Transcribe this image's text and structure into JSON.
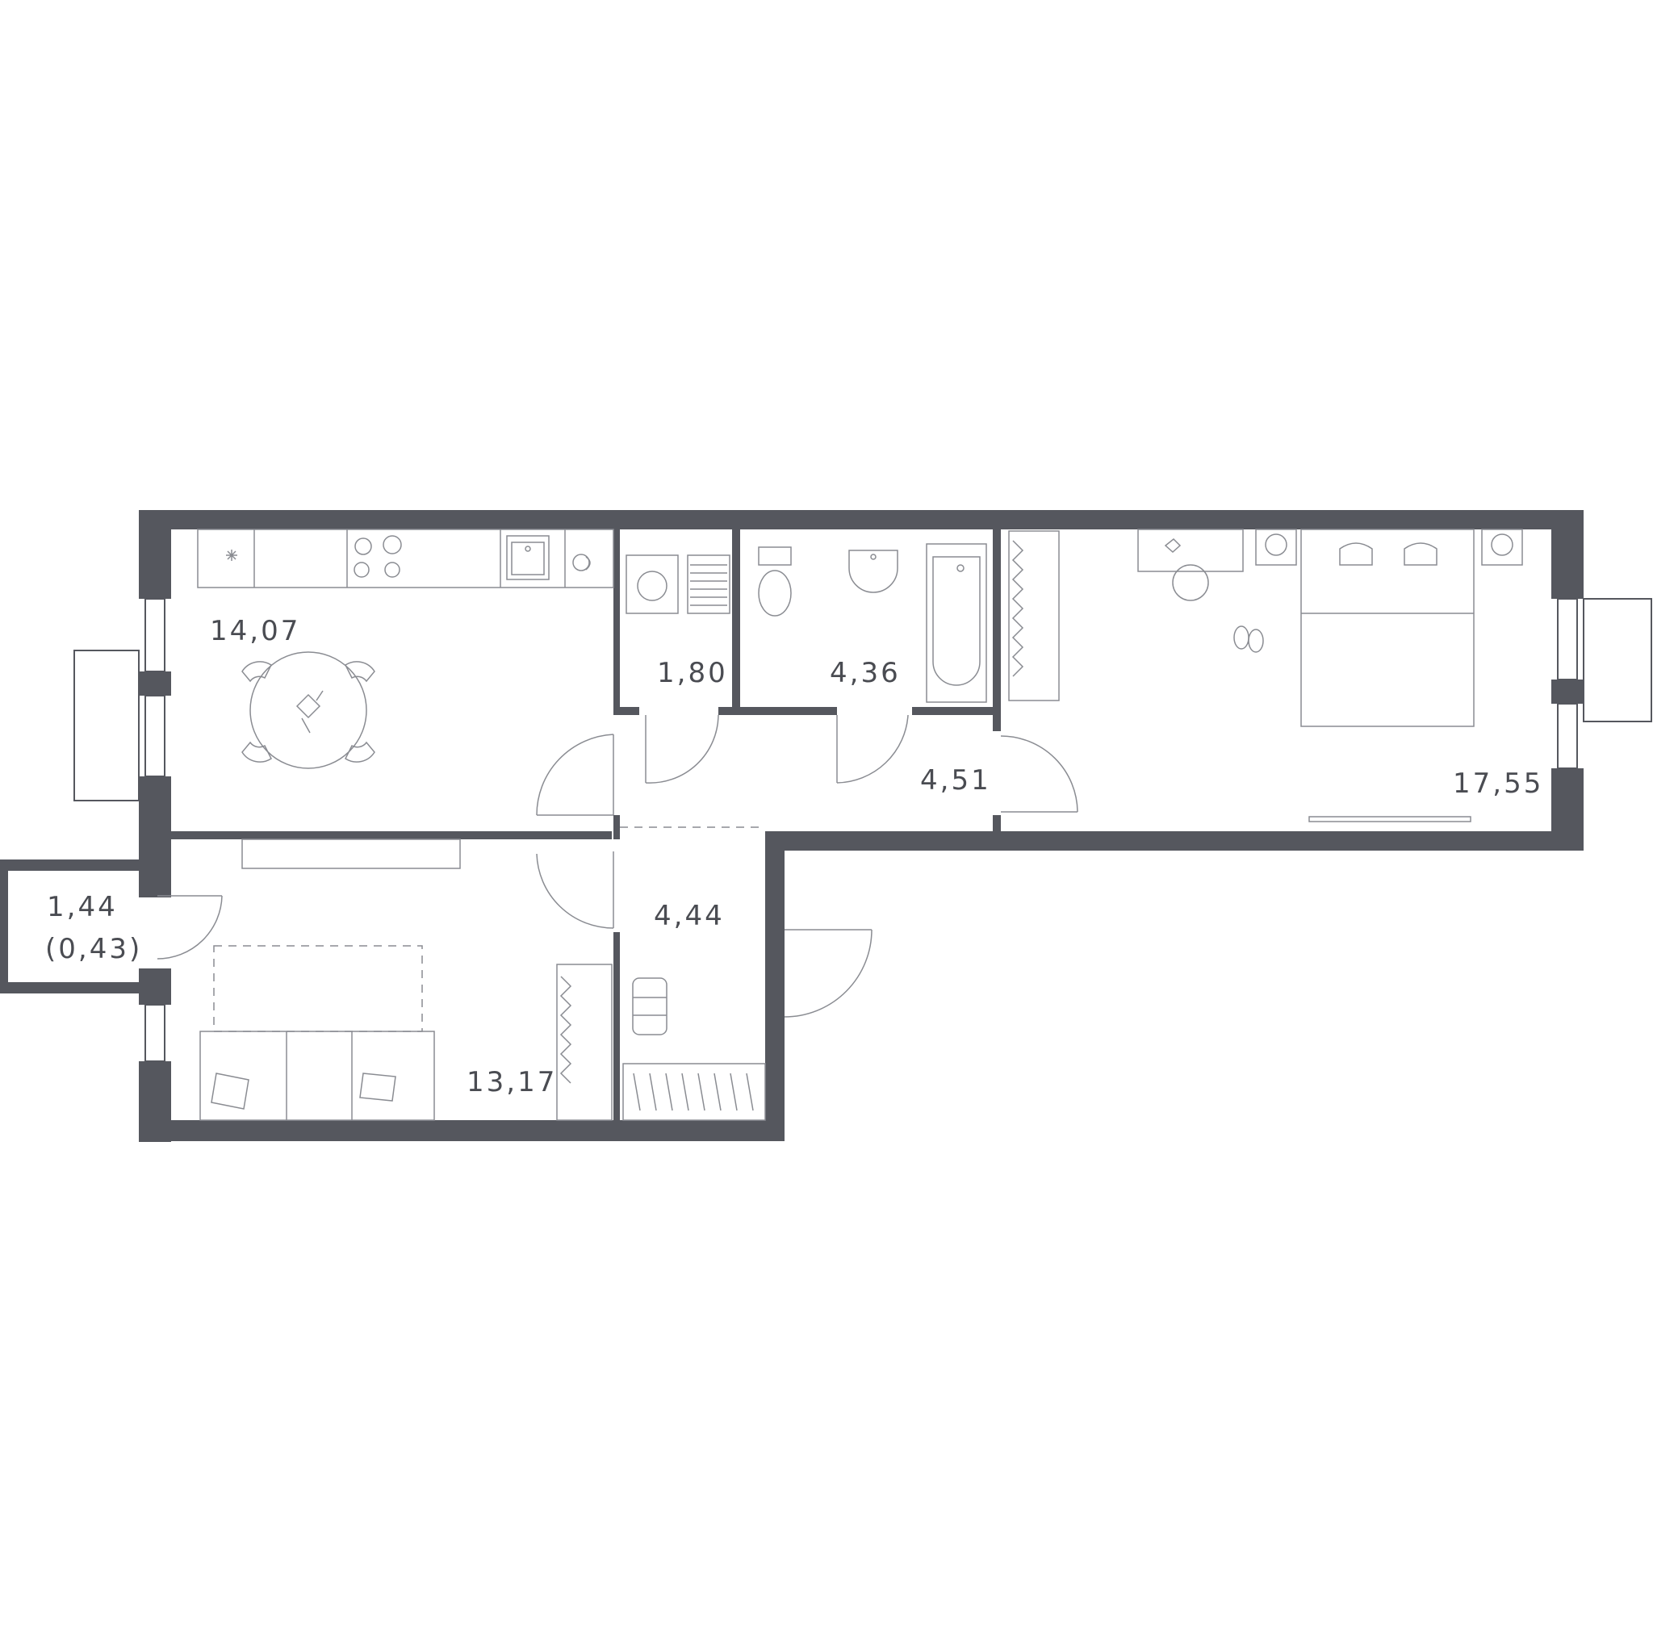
{
  "colors": {
    "wall": "#55575e",
    "line": "#8a8c92",
    "background": "#ffffff",
    "text": "#4a4c52"
  },
  "rooms": {
    "kitchen": {
      "area": "14,07"
    },
    "laundry": {
      "area": "1,80"
    },
    "bathroom": {
      "area": "4,36"
    },
    "corridor": {
      "area": "4,51"
    },
    "bedroom": {
      "area": "17,55"
    },
    "hall": {
      "area": "4,44"
    },
    "living": {
      "area": "13,17"
    },
    "balcony": {
      "area": "1,44",
      "area_reduced": "(0,43)"
    }
  },
  "furniture_icons": [
    "dining-table-icon",
    "chair-icon",
    "stove-icon",
    "sink-icon",
    "fridge-icon",
    "washing-machine-icon",
    "toilet-icon",
    "washbasin-icon",
    "bathtub-icon",
    "wardrobe-icon",
    "double-bed-icon",
    "nightstand-icon",
    "desk-icon",
    "slippers-icon",
    "tv-icon",
    "sofa-icon",
    "pouf-icon"
  ]
}
